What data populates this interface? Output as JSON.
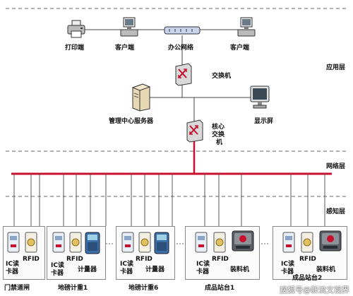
{
  "layers": {
    "application": "应用层",
    "network": "网络层",
    "perception": "感知层"
  },
  "office": {
    "printer": "打印端",
    "client1": "客户端",
    "network": "办公网络",
    "client2": "客户端"
  },
  "core": {
    "switch": "交换机",
    "server": "管理中心服务器",
    "display": "显示屏",
    "core_switch_line1": "核心",
    "core_switch_line2": "交换",
    "core_switch_line3": "机"
  },
  "groups": [
    {
      "name": "门禁道闸",
      "devices": [
        "IC读卡器",
        "RFID"
      ]
    },
    {
      "name": "地磅计重1",
      "devices": [
        "IC读卡器",
        "RFID",
        "计量器"
      ]
    },
    {
      "name": "地磅计重6",
      "devices": [
        "IC读卡器",
        "RFID",
        "计量器"
      ]
    },
    {
      "name": "成品站台1",
      "devices": [
        "IC读卡器",
        "RFID",
        "装料机"
      ]
    },
    {
      "name": "成品站台2",
      "devices": [
        "IC读卡器",
        "RFID",
        "装料机"
      ]
    }
  ],
  "device_labels": {
    "ic_line1": "IC读",
    "ic_line2": "卡器",
    "rfid": "RFID",
    "meter": "计量器",
    "loader": "装料机"
  },
  "watermark": "搜狐号@新流文视界",
  "colors": {
    "bus": "#c8102e",
    "line": "#444444",
    "dash": "#666666",
    "switch_body": "#d9d9d9",
    "switch_arrow": "#c8102e"
  }
}
